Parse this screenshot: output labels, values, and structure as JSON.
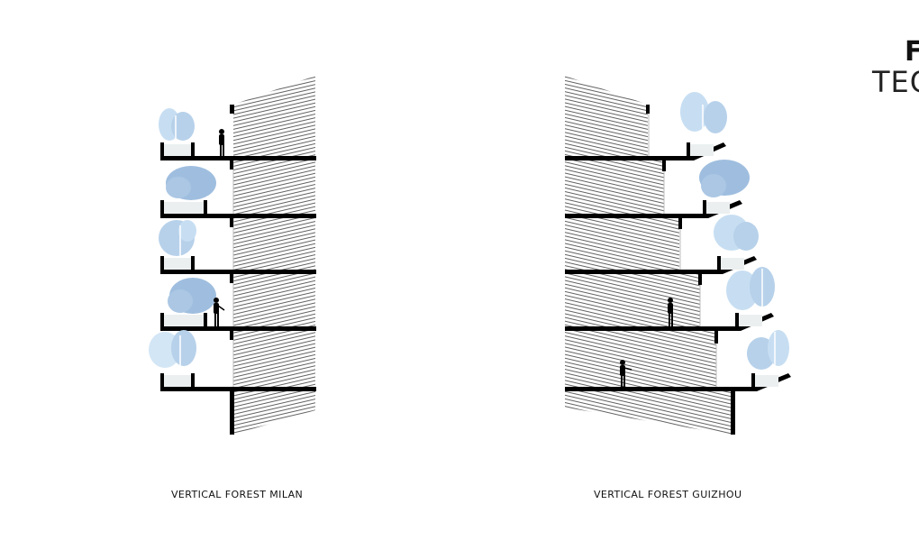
{
  "captions": {
    "milan": "VERTICAL FOREST MILAN",
    "guizhou": "VERTICAL FOREST GUIZHOU"
  },
  "heading": {
    "line1": "F",
    "line2": "TEC"
  },
  "colors": {
    "structure": "#000000",
    "foliage_dark": "#9fbedf",
    "foliage_light": "#c7def2",
    "planter": "#ebeff0",
    "hatch": "#333333"
  },
  "sections": [
    {
      "name": "milan",
      "floors": 5,
      "terraces": 5,
      "people": 2
    },
    {
      "name": "guizhou",
      "floors": 5,
      "terraces": 5,
      "people": 2
    }
  ]
}
